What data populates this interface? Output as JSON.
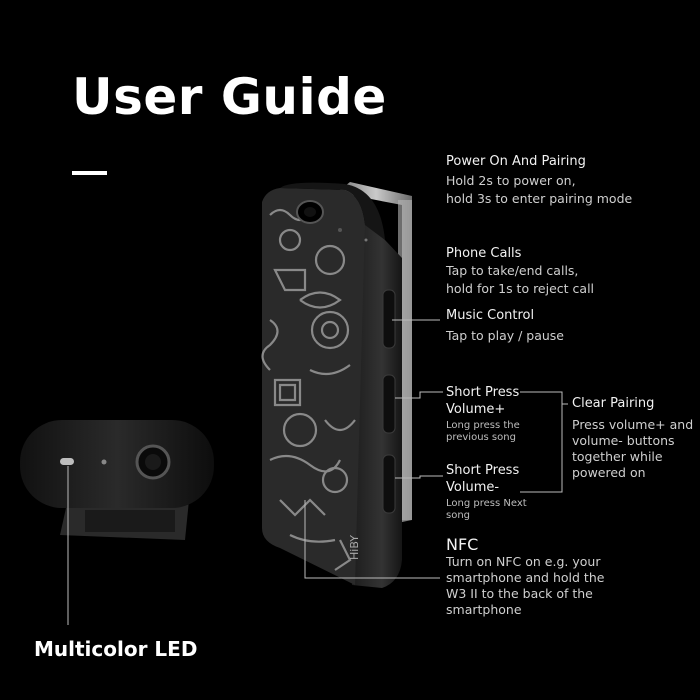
{
  "title": "User Guide",
  "led_label": "Multicolor LED",
  "power": {
    "heading": "Power On And Pairing",
    "line1": "Hold 2s to power on,",
    "line2": "hold 3s to enter pairing mode"
  },
  "calls": {
    "heading": "Phone Calls",
    "line1": "Tap to take/end calls,",
    "line2": "hold for 1s to reject call"
  },
  "music": {
    "heading": "Music Control",
    "line1": "Tap to play / pause"
  },
  "vol_up": {
    "heading1": "Short Press",
    "heading2": "Volume+",
    "line1": "Long press the",
    "line2": "previous song"
  },
  "vol_down": {
    "heading1": "Short Press",
    "heading2": "Volume-",
    "line1": "Long press Next",
    "line2": "song"
  },
  "clear": {
    "heading": "Clear Pairing",
    "line1": "Press volume+ and",
    "line2": "volume- buttons",
    "line3": "together while",
    "line4": "powered on"
  },
  "nfc": {
    "heading": "NFC",
    "line1": "Turn on NFC on e.g. your",
    "line2": "smartphone and hold the",
    "line3": "W3 II to the back of the",
    "line4": "smartphone"
  },
  "device_logo_text": "HiBY",
  "colors": {
    "background": "#000000",
    "text": "#ffffff",
    "device_body": "#1a1a1a",
    "leader_line": "#bbbbbb"
  }
}
